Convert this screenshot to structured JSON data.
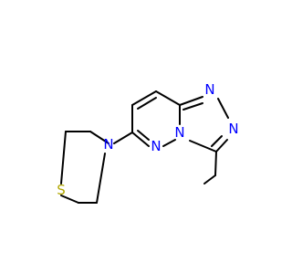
{
  "molecule": {
    "atoms": [
      {
        "id": "S1",
        "label": "S",
        "color": "#b2a800"
      },
      {
        "id": "N_morph",
        "label": "N",
        "color": "#0000ff"
      },
      {
        "id": "N_pyd1",
        "label": "N",
        "color": "#0000ff"
      },
      {
        "id": "N_bridge",
        "label": "N",
        "color": "#0000ff"
      },
      {
        "id": "N_tri1",
        "label": "N",
        "color": "#0000ff"
      },
      {
        "id": "N_tri2",
        "label": "N",
        "color": "#0000ff"
      }
    ],
    "bond_color": "#000000"
  }
}
